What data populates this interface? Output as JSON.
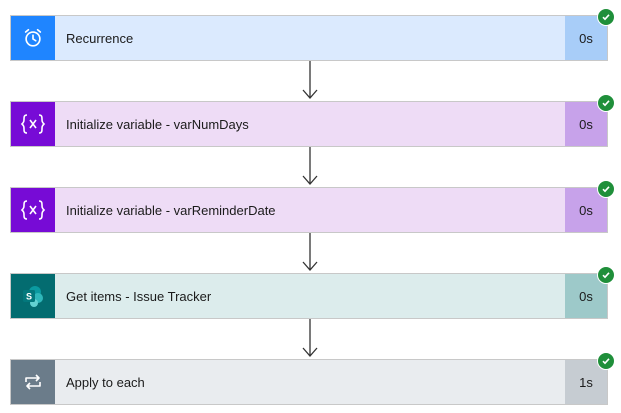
{
  "steps": [
    {
      "label": "Recurrence",
      "duration": "0s",
      "icon": "alarm-clock-icon",
      "color": "#1f85ff",
      "bg": "#dbeafe",
      "dur_bg": "#a8cdf8"
    },
    {
      "label": "Initialize variable - varNumDays",
      "duration": "0s",
      "icon": "variable-icon",
      "color": "#770bd6",
      "bg": "#eedcf6",
      "dur_bg": "#c7a2ea"
    },
    {
      "label": "Initialize variable - varReminderDate",
      "duration": "0s",
      "icon": "variable-icon",
      "color": "#770bd6",
      "bg": "#eedcf6",
      "dur_bg": "#c7a2ea"
    },
    {
      "label": "Get items - Issue Tracker",
      "duration": "0s",
      "icon": "sharepoint-icon",
      "color": "#036c70",
      "bg": "#dcecec",
      "dur_bg": "#9dc9c9"
    },
    {
      "label": "Apply to each",
      "duration": "1s",
      "icon": "loop-icon",
      "color": "#6b7c8a",
      "bg": "#e9ecef",
      "dur_bg": "#c6ccd2"
    }
  ],
  "status_icon": "success-check-icon"
}
